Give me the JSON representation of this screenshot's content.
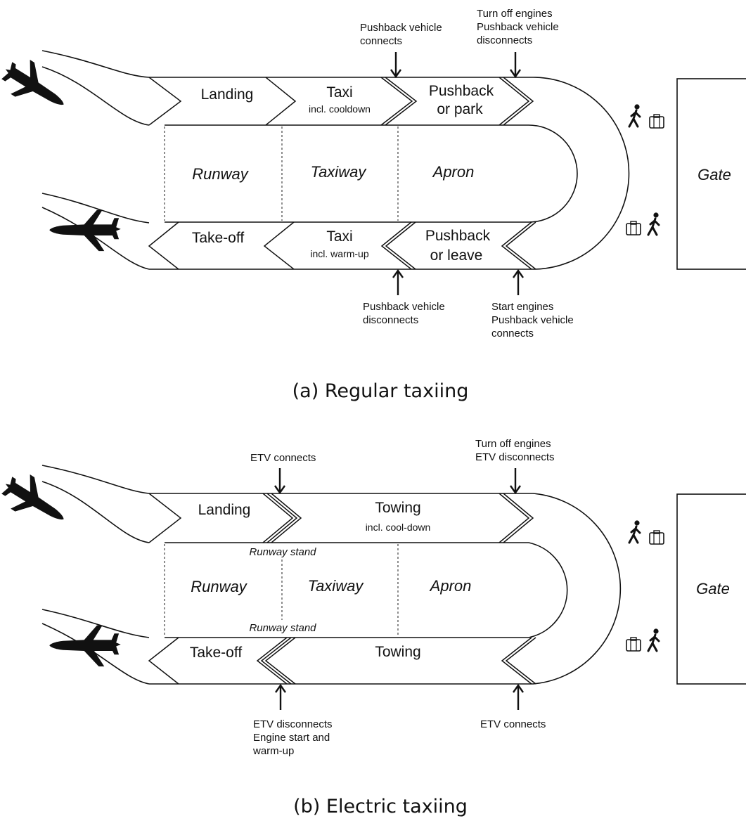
{
  "panel_a": {
    "caption": "(a)  Regular taxiing",
    "stages": {
      "landing": "Landing",
      "taxi_in": "Taxi",
      "taxi_in_sub": "incl. cooldown",
      "pushback_park_1": "Pushback",
      "pushback_park_2": "or park",
      "takeoff": "Take-off",
      "taxi_out": "Taxi",
      "taxi_out_sub": "incl. warm-up",
      "pushback_leave_1": "Pushback",
      "pushback_leave_2": "or leave"
    },
    "zones": {
      "runway": "Runway",
      "taxiway": "Taxiway",
      "apron": "Apron",
      "gate": "Gate"
    },
    "notes": {
      "top_mid": [
        "Pushback vehicle",
        "connects"
      ],
      "top_right": [
        "Turn off engines",
        "Pushback vehicle",
        "disconnects"
      ],
      "bottom_mid": [
        "Pushback vehicle",
        "disconnects"
      ],
      "bottom_right": [
        "Start engines",
        "Pushback vehicle",
        "connects"
      ]
    }
  },
  "panel_b": {
    "caption": "(b)  Electric taxiing",
    "stages": {
      "landing": "Landing",
      "towing_in": "Towing",
      "towing_in_sub": "incl. cool-down",
      "takeoff": "Take-off",
      "towing_out": "Towing"
    },
    "zones": {
      "runway": "Runway",
      "taxiway": "Taxiway",
      "apron": "Apron",
      "gate": "Gate"
    },
    "runway_stand": "Runway stand",
    "notes": {
      "top_mid": [
        "ETV connects"
      ],
      "top_right": [
        "Turn off engines",
        "ETV disconnects"
      ],
      "bottom_mid": [
        "ETV disconnects",
        "Engine start and",
        "warm-up"
      ],
      "bottom_right": [
        "ETV connects"
      ]
    }
  },
  "icons": [
    "airplane-icon",
    "walking-person-icon",
    "suitcase-icon"
  ]
}
